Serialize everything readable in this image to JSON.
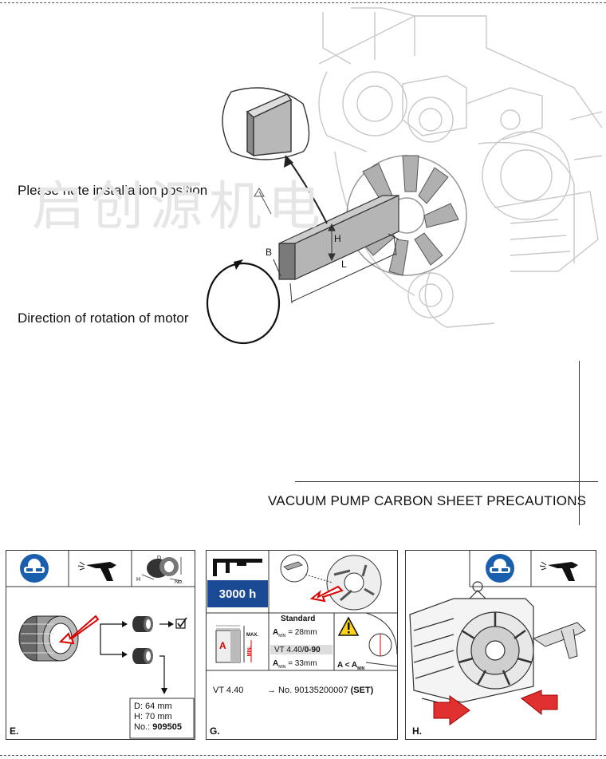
{
  "labels": {
    "installation_note": "Please note installation position",
    "rotation_note": "Direction of rotation of motor",
    "dim_h": "H",
    "dim_b": "B",
    "dim_l": "L"
  },
  "section_title": "VACUUM PUMP CARBON SHEET PRECAUTIONS",
  "watermark": "启创源机电",
  "panel_e": {
    "letter": "E.",
    "dim_d": "D",
    "dim_h": "H",
    "dim_no": "No.",
    "spec_d": "D: 64 mm",
    "spec_h": "H: 70 mm",
    "spec_no_prefix": "No.: ",
    "spec_no": "909505"
  },
  "panel_g": {
    "letter": "G.",
    "hours": "3000 h",
    "standard": "Standard",
    "amin_std": "= 28mm",
    "model_range": "VT 4.40/",
    "model_range_bold": "0-90",
    "amin_alt": "= 33mm",
    "a_letter": "A",
    "min_sub": "MIN",
    "max_label": "MAX.",
    "min_label": "MIN.",
    "a_lt": "A < A",
    "model": "VT 4.40",
    "part_arrow": "→ No. 90135200007",
    "part_set": "(SET)"
  },
  "panel_h": {
    "letter": "H."
  }
}
